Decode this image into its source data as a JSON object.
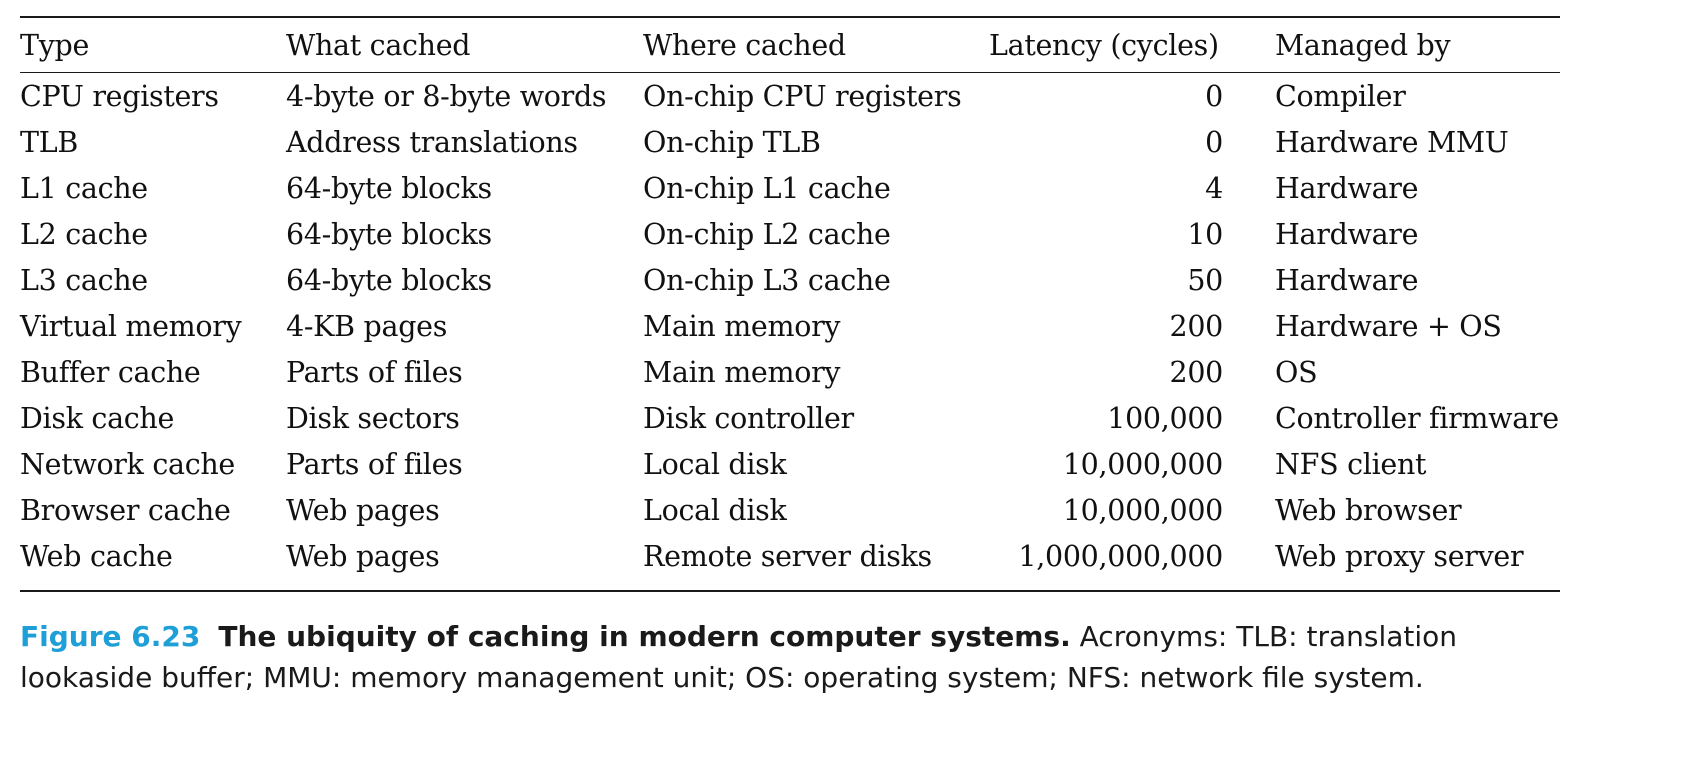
{
  "table": {
    "headers": [
      "Type",
      "What cached",
      "Where cached",
      "Latency (cycles)",
      "Managed by"
    ],
    "rows": [
      [
        "CPU registers",
        "4-byte or 8-byte words",
        "On-chip CPU registers",
        "0",
        "Compiler"
      ],
      [
        "TLB",
        "Address translations",
        "On-chip TLB",
        "0",
        "Hardware MMU"
      ],
      [
        "L1 cache",
        "64-byte blocks",
        "On-chip L1 cache",
        "4",
        "Hardware"
      ],
      [
        "L2 cache",
        "64-byte blocks",
        "On-chip L2 cache",
        "10",
        "Hardware"
      ],
      [
        "L3 cache",
        "64-byte blocks",
        "On-chip L3 cache",
        "50",
        "Hardware"
      ],
      [
        "Virtual memory",
        "4-KB pages",
        "Main memory",
        "200",
        "Hardware + OS"
      ],
      [
        "Buffer cache",
        "Parts of files",
        "Main memory",
        "200",
        "OS"
      ],
      [
        "Disk cache",
        "Disk sectors",
        "Disk controller",
        "100,000",
        "Controller firmware"
      ],
      [
        "Network cache",
        "Parts of files",
        "Local disk",
        "10,000,000",
        "NFS client"
      ],
      [
        "Browser cache",
        "Web pages",
        "Local disk",
        "10,000,000",
        "Web browser"
      ],
      [
        "Web cache",
        "Web pages",
        "Remote server disks",
        "1,000,000,000",
        "Web proxy server"
      ]
    ]
  },
  "caption": {
    "label": "Figure 6.23",
    "title": "The ubiquity of caching in modern computer systems.",
    "text": "Acronyms: TLB: translation lookaside buffer; MMU: memory management unit; OS: operating system; NFS: network file system.",
    "label_color": "#1e9fd8"
  }
}
